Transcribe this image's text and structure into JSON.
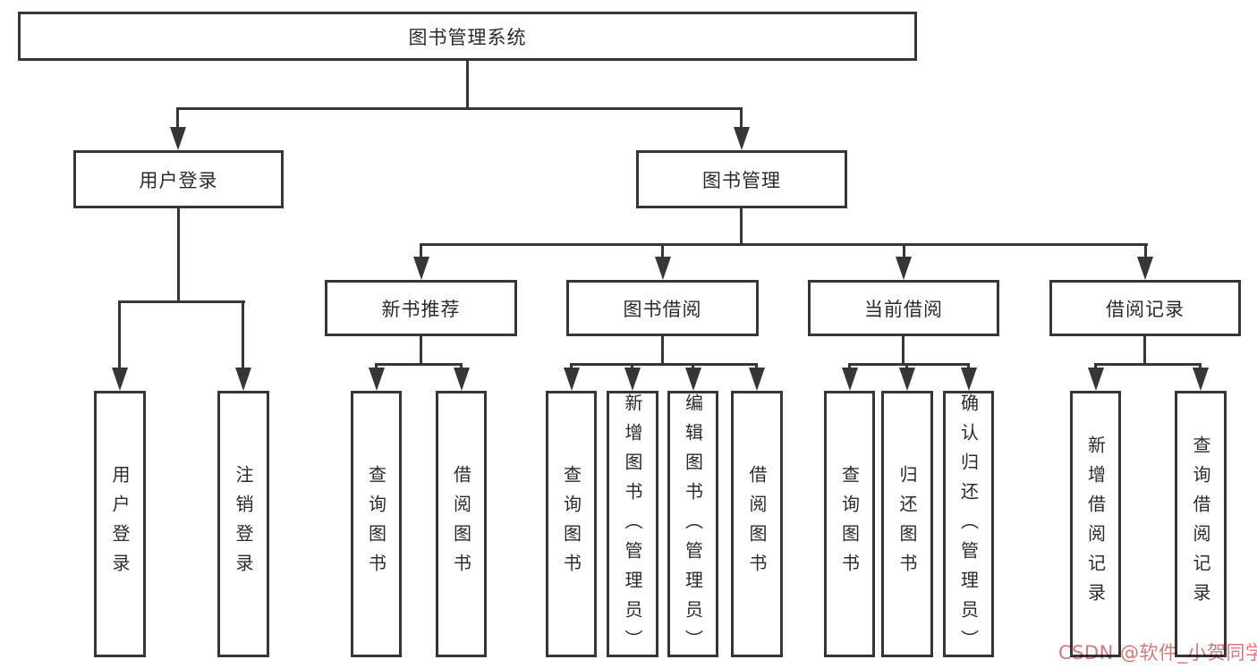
{
  "diagram_title": "图书管理系统",
  "colors": {
    "line": "#363636",
    "text": "#2b2b2b",
    "background": "#ffffff",
    "watermark": "#d97070"
  },
  "nodes": {
    "root": "图书管理系统",
    "user_login": "用户登录",
    "book_mgmt": "图书管理",
    "leaf_user_login": "用户登录",
    "leaf_logout": "注销登录",
    "new_book_rec": "新书推荐",
    "book_borrow": "图书借阅",
    "current_borrow": "当前借阅",
    "borrow_record": "借阅记录",
    "rec_query_book": "查询图书",
    "rec_borrow_book": "借阅图书",
    "bb_query_book": "查询图书",
    "bb_add_book": "新增图书（管理员）",
    "bb_edit_book": "编辑图书（管理员）",
    "bb_borrow_book": "借阅图书",
    "cb_query_book": "查询图书",
    "cb_return_book": "归还图书",
    "cb_confirm_return": "确认归还（管理员）",
    "br_add_record": "新增借阅记录",
    "br_query_record": "查询借阅记录"
  },
  "watermark": {
    "text": "CSDN @软件_小贺同学"
  }
}
